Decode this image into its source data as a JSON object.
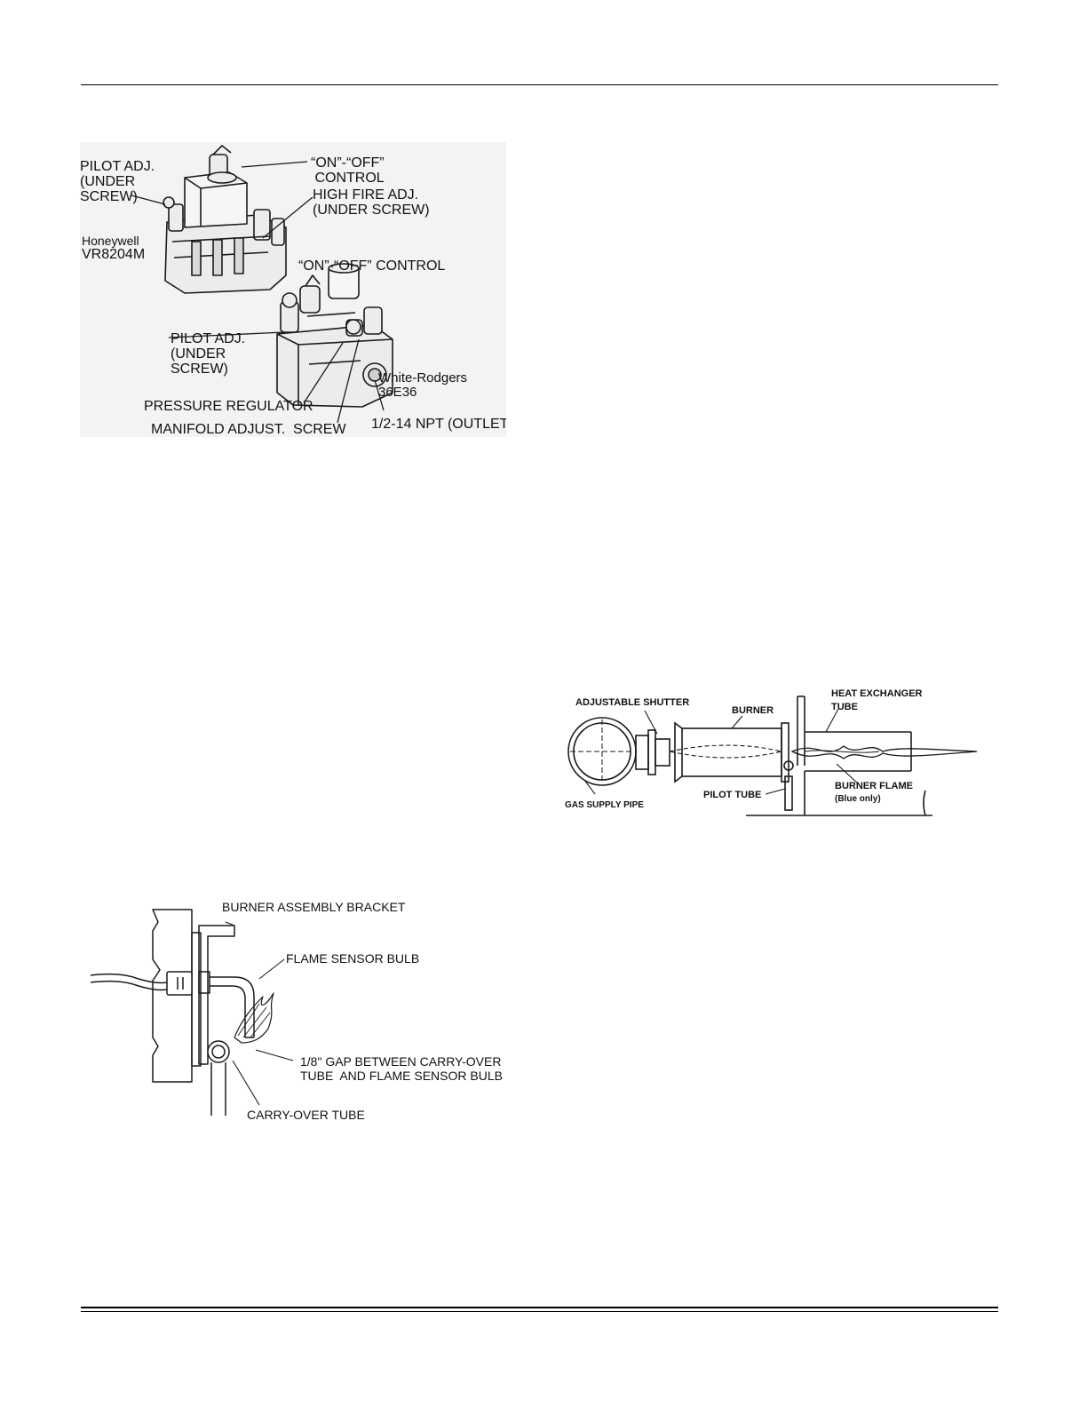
{
  "valve_figure": {
    "labels": {
      "pilot_adj_top": [
        "PILOT ADJ.",
        "(UNDER",
        "SCREW)"
      ],
      "on_off_top": [
        "“ON”-“OFF”",
        " CONTROL"
      ],
      "high_fire": [
        "HIGH FIRE ADJ.",
        "(UNDER SCREW)"
      ],
      "honeywell": [
        "Honeywell",
        "VR8204M"
      ],
      "on_off_bottom": "“ON”-“OFF” CONTROL",
      "pilot_adj_bottom": [
        "PILOT ADJ.",
        "(UNDER",
        "SCREW)"
      ],
      "white_rodgers": [
        "White-Rodgers",
        "36E36"
      ],
      "pressure_regulator": "PRESSURE REGULATOR",
      "manifold_adjust": "MANIFOLD ADJUST.  SCREW",
      "outlet": "1/2-14 NPT (OUTLET)"
    }
  },
  "burner_figure": {
    "labels": {
      "adjustable_shutter": "ADJUSTABLE SHUTTER",
      "burner": "BURNER",
      "heat_exchanger": [
        "HEAT EXCHANGER",
        "TUBE"
      ],
      "gas_supply": "GAS SUPPLY PIPE",
      "pilot_tube": "PILOT TUBE",
      "burner_flame": [
        "BURNER FLAME",
        "(Blue only)"
      ]
    }
  },
  "sensor_figure": {
    "labels": {
      "bracket": "BURNER ASSEMBLY BRACKET",
      "bulb": "FLAME SENSOR BULB",
      "gap": [
        "1/8\" GAP BETWEEN CARRY-OVER",
        "TUBE  AND FLAME SENSOR BULB"
      ],
      "carry_over": "CARRY-OVER TUBE"
    }
  }
}
